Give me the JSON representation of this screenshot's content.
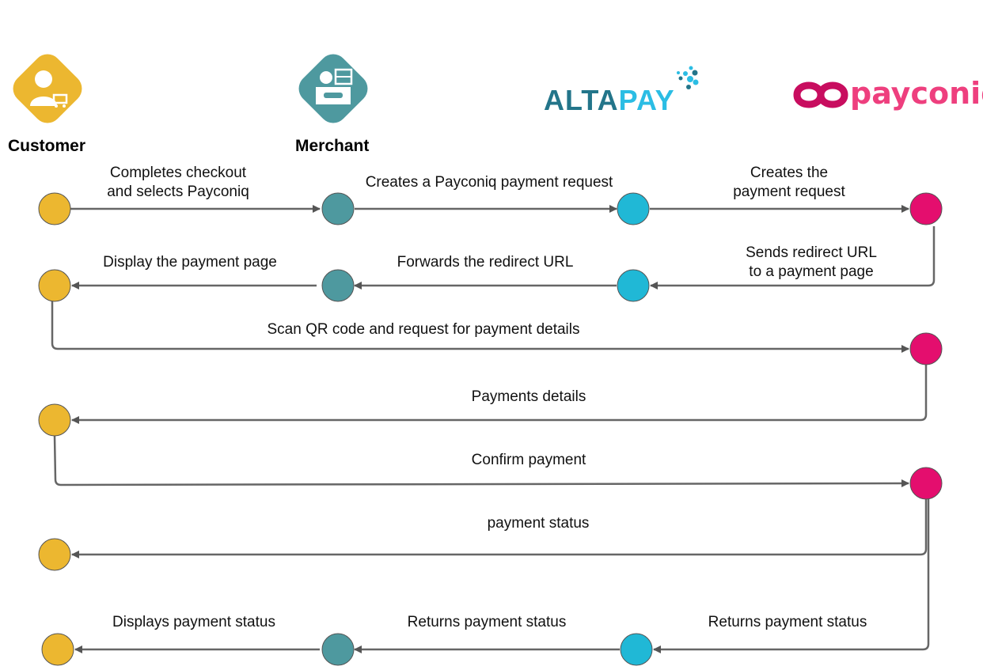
{
  "actors": {
    "customer": "Customer",
    "merchant": "Merchant"
  },
  "logos": {
    "altapay_left": "ALTA",
    "altapay_right": "PAY",
    "payconiq": "payconiq"
  },
  "colors": {
    "customer": "#ecb730",
    "merchant": "#4e999f",
    "altapay": "#20b8d6",
    "payconiq": "#e40e6e",
    "arrow": "#666666"
  },
  "steps": {
    "s1": [
      "Completes checkout",
      "and selects Payconiq"
    ],
    "s2": "Creates a Payconiq payment request",
    "s3": [
      "Creates the",
      "payment request"
    ],
    "s4": [
      "Sends redirect URL",
      "to a payment page"
    ],
    "s5": "Forwards the redirect URL",
    "s6": "Display the payment page",
    "s7": "Scan QR code and request for payment details",
    "s8": "Payments details",
    "s9": "Confirm payment",
    "s10": "payment status",
    "s11": "Returns payment status",
    "s12": "Returns payment status",
    "s13": "Displays payment status"
  }
}
